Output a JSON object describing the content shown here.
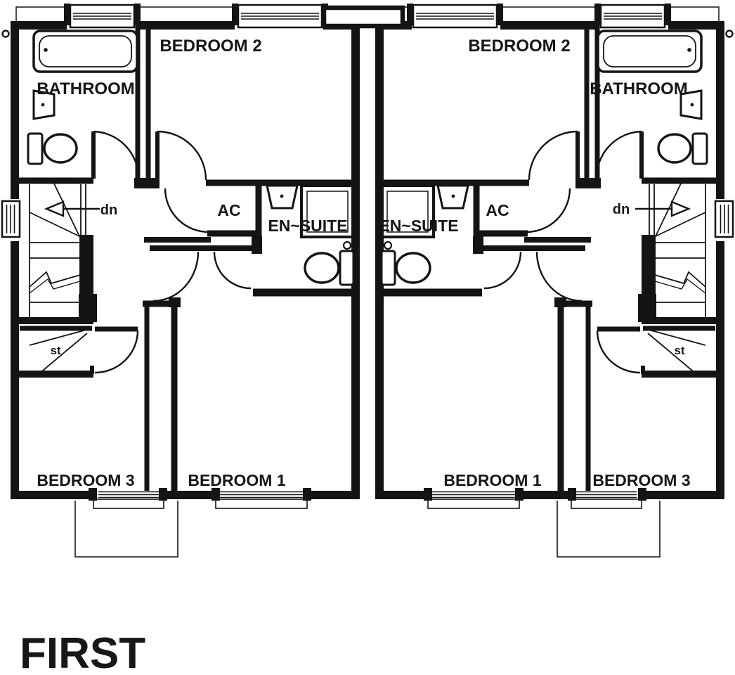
{
  "title": "FIRST",
  "houses": {
    "left": {
      "bathroom": "BATHROOM",
      "bedroom_2": "BEDROOM 2",
      "airing_cupboard": "AC",
      "ensuite": "EN~SUITE",
      "stairs_down": "dn",
      "store": "st",
      "bedroom_3": "BEDROOM 3",
      "bedroom_1": "BEDROOM 1"
    },
    "right": {
      "bathroom": "BATHROOM",
      "bedroom_2": "BEDROOM 2",
      "airing_cupboard": "AC",
      "ensuite": "EN~SUITE",
      "stairs_down": "dn",
      "store": "st",
      "bedroom_3": "BEDROOM 3",
      "bedroom_1": "BEDROOM 1"
    }
  },
  "colors": {
    "line": "#141414",
    "background": "#ffffff"
  }
}
